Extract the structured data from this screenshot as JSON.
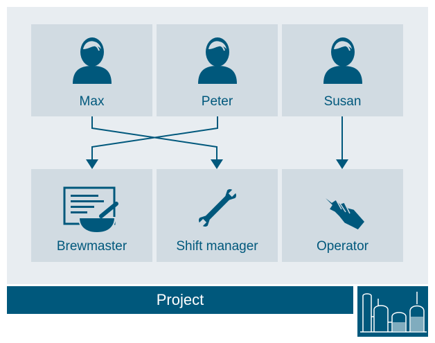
{
  "users": [
    {
      "name": "Max"
    },
    {
      "name": "Peter"
    },
    {
      "name": "Susan"
    }
  ],
  "roles": [
    {
      "name": "Brewmaster"
    },
    {
      "name": "Shift manager"
    },
    {
      "name": "Operator"
    }
  ],
  "project_label": "Project",
  "colors": {
    "accent": "#00587c",
    "card": "#d1dbe2",
    "panel": "#e8edf1"
  },
  "icons": [
    "user-icon",
    "recipe-icon",
    "wrench-icon",
    "pointer-hand-icon",
    "brewery-plant-icon"
  ]
}
